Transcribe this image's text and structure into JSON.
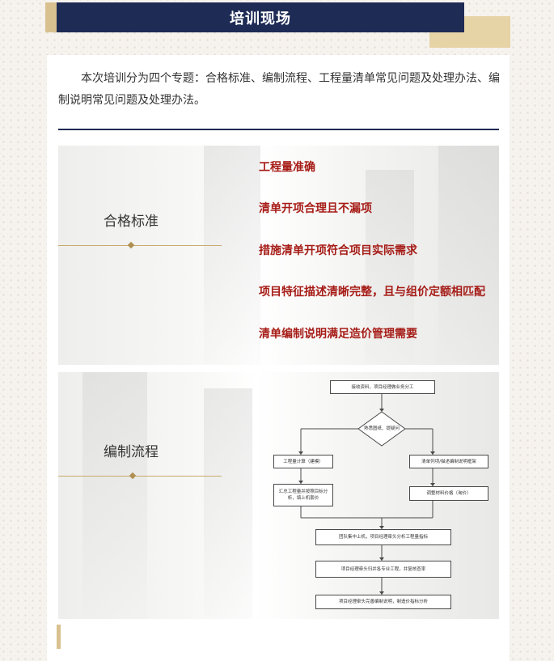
{
  "header": {
    "title": "培训现场"
  },
  "intro": {
    "text": "本次培训分为四个专题：合格标准、编制流程、工程量清单常见问题及处理办法、编制说明常见问题及处理办法。"
  },
  "section1": {
    "title": "合格标准",
    "items": [
      "工程量准确",
      "清单开项合理且不漏项",
      "措施清单开项符合项目实际需求",
      "项目特征描述清晰完整，且与组价定额相匹配",
      "清单编制说明满足造价管理需要"
    ]
  },
  "section2": {
    "title": "编制流程",
    "flow": {
      "receive": "接收资料，项目经理做业务分工",
      "review": "熟悉图纸、提疑问",
      "calc": "工程量计算（建模）",
      "summary": "汇总工程量并按照目标分析，填上机套价",
      "list": "清单列项/描述编制说明框架",
      "price": "调整材料价格（询价）",
      "team": "团队集中上机，项目经理牵头分析工程量指标",
      "sort": "项目经理牵头归并各专业工程，并复核查率",
      "final": "项目经理牵头完善编制说明，制造价指标分析"
    }
  },
  "colors": {
    "navy": "#1e2b55",
    "gold": "#d9c18f",
    "red": "#a61c17"
  }
}
